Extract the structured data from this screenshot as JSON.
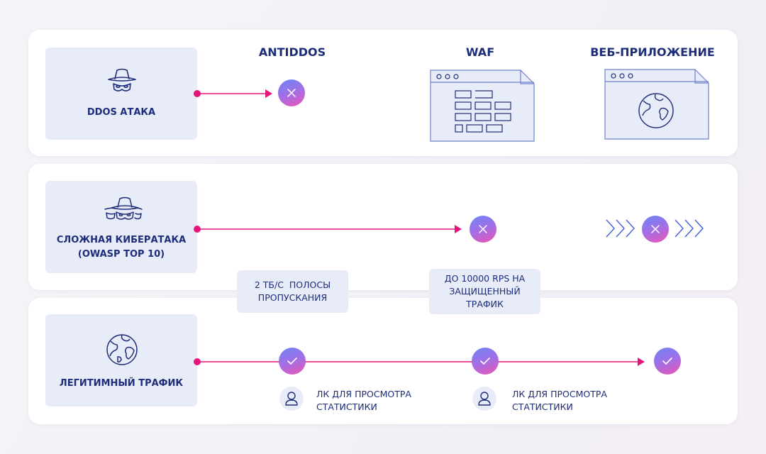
{
  "rows": {
    "ddos": {
      "label": "DDOS АТАКА",
      "icon": "spy-hat-icon"
    },
    "complex": {
      "label_line1": "СЛОЖНАЯ КИБЕРАТАКА",
      "label_line2": "(OWASP TOP 10)",
      "icon": "spy-group-icon"
    },
    "legit": {
      "label": "ЛЕГИТИМНЫЙ ТРАФИК",
      "icon": "globe-icon"
    }
  },
  "columns": {
    "antiddos": "ANTIDDOS",
    "waf": "WAF",
    "webapp": "ВЕБ-ПРИЛОЖЕНИЕ"
  },
  "notes": {
    "bandwidth_line1": "2 ТБ/С  ПОЛОСЫ",
    "bandwidth_line2": "ПРОПУСКАНИЯ",
    "rps_line1": "ДО 10000 RPS НА",
    "rps_line2": "ЗАЩИЩЕННЫЙ",
    "rps_line3": "ТРАФИК"
  },
  "lk": [
    {
      "line1": "ЛК ДЛЯ ПРОСМОТРА",
      "line2": "СТАТИСТИКИ",
      "icon": "user-icon"
    },
    {
      "line1": "ЛК ДЛЯ ПРОСМОТРА",
      "line2": "СТАТИСТИКИ",
      "icon": "user-icon"
    }
  ],
  "colors": {
    "navy": "#1e2d7a",
    "arrow": "#e6157b",
    "panel": "#e8ecf8",
    "gradient_start": "#6b86f5",
    "gradient_end": "#ec55b3"
  }
}
